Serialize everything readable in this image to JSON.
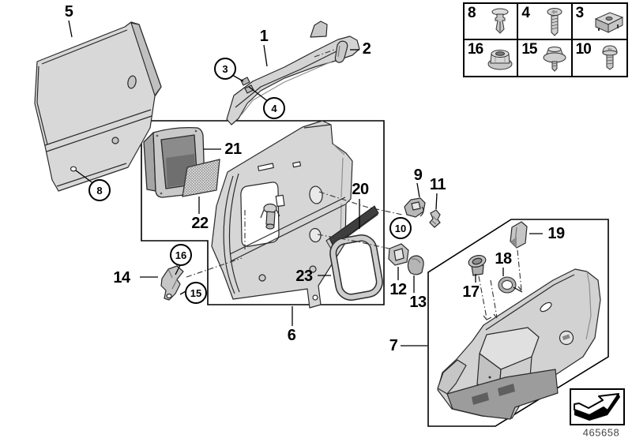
{
  "diagram": {
    "part_number_label": "465658",
    "callouts": {
      "1": "1",
      "2": "2",
      "3": "3",
      "4": "4",
      "5": "5",
      "6": "6",
      "7": "7",
      "8": "8",
      "9": "9",
      "10": "10",
      "11": "11",
      "12": "12",
      "13": "13",
      "14": "14",
      "15": "15",
      "16": "16",
      "17": "17",
      "18": "18",
      "19": "19",
      "20": "20",
      "21": "21",
      "22": "22",
      "23": "23"
    },
    "fasteners": [
      {
        "label": "8",
        "icon": "expanding-rivet-icon"
      },
      {
        "label": "4",
        "icon": "torx-screw-icon"
      },
      {
        "label": "3",
        "icon": "clip-on-nut-icon"
      },
      {
        "label": "16",
        "icon": "flange-nut-icon"
      },
      {
        "label": "15",
        "icon": "washer-screw-icon"
      },
      {
        "label": "10",
        "icon": "pan-head-screw-icon"
      }
    ],
    "colors": {
      "line": "#1f1f1f",
      "panel_fill": "#d6d6d6",
      "dark_strip": "#3e3e3e",
      "background": "#ffffff"
    }
  }
}
